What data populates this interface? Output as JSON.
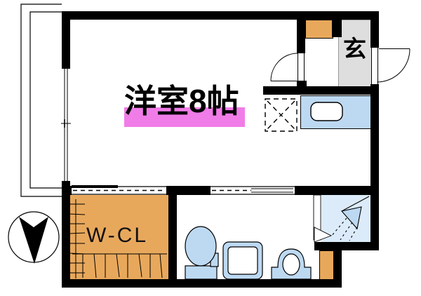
{
  "floorplan": {
    "rooms": {
      "main_room_label": "洋室8帖",
      "entrance_label": "玄",
      "walk_in_closet_label": "W-CL"
    },
    "colors": {
      "wall_black": "#000000",
      "label_highlight_pink": "#F07CE8",
      "wood_orange": "#E8A85C",
      "fixture_blue": "#BDD9F2",
      "shower_floor_blue": "#DCEBFA",
      "genkan_gray": "#DEDEDE"
    },
    "icons": {
      "compass": "north-arrow-icon",
      "shower": "shower-head-icon",
      "refrigerator_space": "dashed-x-box-icon",
      "sliding_doors": "dashed-line-icon",
      "swing_doors": "quarter-arc-icon",
      "toilet": "toilet-icon",
      "washing_machine_pan": "square-pan-icon",
      "washbasin": "basin-icon",
      "kitchen_sink": "sink-icon",
      "balcony": "double-line-rect-icon",
      "window": "double-line-window-icon"
    }
  }
}
